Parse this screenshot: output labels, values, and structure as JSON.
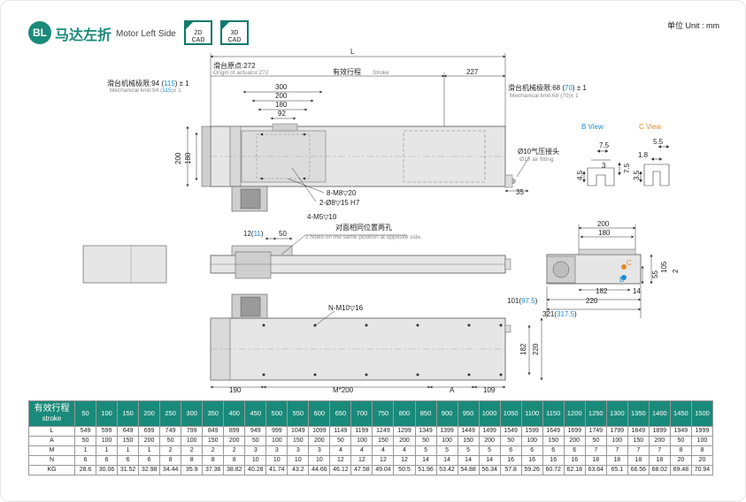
{
  "header": {
    "badge": "BL",
    "title_cn": "马达左折",
    "title_en": "Motor Left Side",
    "cad2d_top": "2D",
    "cad2d_bottom": "CAD",
    "cad3d_top": "3D",
    "cad3d_bottom": "CAD",
    "unit": "单位 Unit : mm"
  },
  "dims": {
    "L": "L",
    "origin_cn": "滑台原点:272",
    "origin_en": "Origin of actuator:272",
    "stroke_cn": "有效行程",
    "stroke_en": "Stroke",
    "d227": "227",
    "limit_left_cn_a": "滑台机械极限:94 (",
    "limit_left_cn_b": "115",
    "limit_left_cn_c": ") ± 1",
    "limit_left_en_a": "Mechanical limit:94 (",
    "limit_left_en_b": "115",
    "limit_left_en_c": ")± 1",
    "limit_right_cn_a": "滑台机械极限:68 (",
    "limit_right_cn_b": "70",
    "limit_right_cn_c": ") ± 1",
    "limit_right_en": "Mechanical limit:68 (70)± 1",
    "d300": "300",
    "d200": "200",
    "d180": "180",
    "d92": "92",
    "h200": "200",
    "h180": "180",
    "holes1": "8-M8▽20",
    "holes2": "2-Ø8▽15 H7",
    "holes3": "4-M5▽10",
    "air_cn": "Ø10气压接头",
    "air_en": "Ø10 air fitting",
    "d35": "35",
    "bview": "B View",
    "cview": "C View",
    "b75": "7.5",
    "b45": "4.5",
    "b3": "3",
    "b75v": "7.5",
    "c55": "5.5",
    "c18": "1.8",
    "c35": "3.5",
    "opp_cn": "对面相同位置两孔",
    "opp_en": "2 holes on the same position at opposite side.",
    "d12a": "12(",
    "d12b": "11",
    "d12c": ")",
    "d50": "50",
    "e200": "200",
    "e180": "180",
    "e105": "105",
    "e2": "2",
    "e55": "55",
    "e182": "182",
    "e14": "14",
    "e220": "220",
    "e101a": "101(",
    "e101b": "97.5",
    "e101c": ")",
    "e321a": "321(",
    "e321b": "317.5",
    "e321c": ")",
    "nm10": "N-M10▽16",
    "p182": "182",
    "p220": "220",
    "p190": "190",
    "pm200": "M*200",
    "pA": "A",
    "p109": "109",
    "markB": "B",
    "markC": "C"
  },
  "table": {
    "header_cn": "有效行程",
    "header_en": "stroke",
    "strokes": [
      "50",
      "100",
      "150",
      "200",
      "250",
      "300",
      "350",
      "400",
      "450",
      "500",
      "550",
      "600",
      "650",
      "700",
      "750",
      "800",
      "850",
      "900",
      "950",
      "1000",
      "1050",
      "1100",
      "1150",
      "1200",
      "1250",
      "1300",
      "1350",
      "1400",
      "1450",
      "1500"
    ],
    "rows": [
      {
        "label": "L",
        "values": [
          "549",
          "599",
          "649",
          "699",
          "749",
          "799",
          "849",
          "899",
          "949",
          "999",
          "1049",
          "1099",
          "1149",
          "1199",
          "1249",
          "1299",
          "1349",
          "1399",
          "1449",
          "1499",
          "1549",
          "1599",
          "1649",
          "1699",
          "1749",
          "1799",
          "1849",
          "1899",
          "1949",
          "1999"
        ]
      },
      {
        "label": "A",
        "values": [
          "50",
          "100",
          "150",
          "200",
          "50",
          "100",
          "150",
          "200",
          "50",
          "100",
          "150",
          "200",
          "50",
          "100",
          "150",
          "200",
          "50",
          "100",
          "150",
          "200",
          "50",
          "100",
          "150",
          "200",
          "50",
          "100",
          "150",
          "200",
          "50",
          "100"
        ]
      },
      {
        "label": "M",
        "values": [
          "1",
          "1",
          "1",
          "1",
          "2",
          "2",
          "2",
          "2",
          "3",
          "3",
          "3",
          "3",
          "4",
          "4",
          "4",
          "4",
          "5",
          "5",
          "5",
          "5",
          "6",
          "6",
          "6",
          "6",
          "7",
          "7",
          "7",
          "7",
          "8",
          "8"
        ]
      },
      {
        "label": "N",
        "values": [
          "6",
          "6",
          "6",
          "6",
          "8",
          "8",
          "8",
          "8",
          "10",
          "10",
          "10",
          "10",
          "12",
          "12",
          "12",
          "12",
          "14",
          "14",
          "14",
          "14",
          "16",
          "16",
          "16",
          "16",
          "18",
          "18",
          "18",
          "18",
          "20",
          "20"
        ]
      },
      {
        "label": "KG",
        "values": [
          "28.6",
          "30.06",
          "31.52",
          "32.98",
          "34.44",
          "35.9",
          "37.36",
          "38.82",
          "40.28",
          "41.74",
          "43.2",
          "44.66",
          "46.12",
          "47.58",
          "49.04",
          "50.5",
          "51.96",
          "53.42",
          "54.88",
          "56.34",
          "57.8",
          "59.26",
          "60.72",
          "62.18",
          "63.64",
          "65.1",
          "66.56",
          "68.02",
          "69.48",
          "70.94"
        ]
      }
    ]
  }
}
